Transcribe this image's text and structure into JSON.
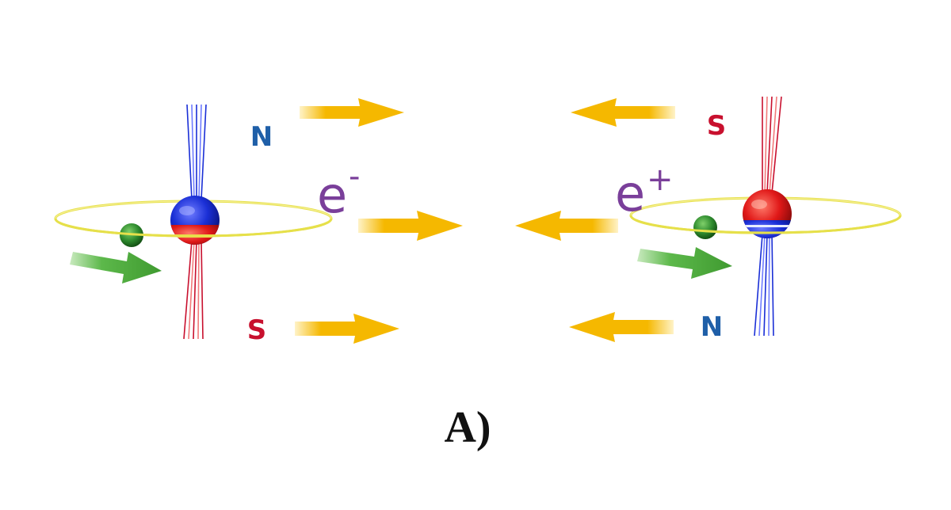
{
  "colors": {
    "north": "#1f5fa8",
    "south": "#c8102e",
    "particle": "#7a3f9a",
    "field_arrow": "#f5b800",
    "motion_arrow": "#4caf3e",
    "orbit": "#e6e04a",
    "satellite": "#2e8b2e",
    "sphere_blue": "#1a2fd6",
    "sphere_red": "#e01818"
  },
  "electron": {
    "particle_base": "e",
    "particle_sign": "-",
    "top_pole": "N",
    "bottom_pole": "S",
    "field_direction": "right"
  },
  "positron": {
    "particle_base": "e",
    "particle_sign": "+",
    "top_pole": "S",
    "bottom_pole": "N",
    "field_direction": "left"
  },
  "caption": "A)"
}
